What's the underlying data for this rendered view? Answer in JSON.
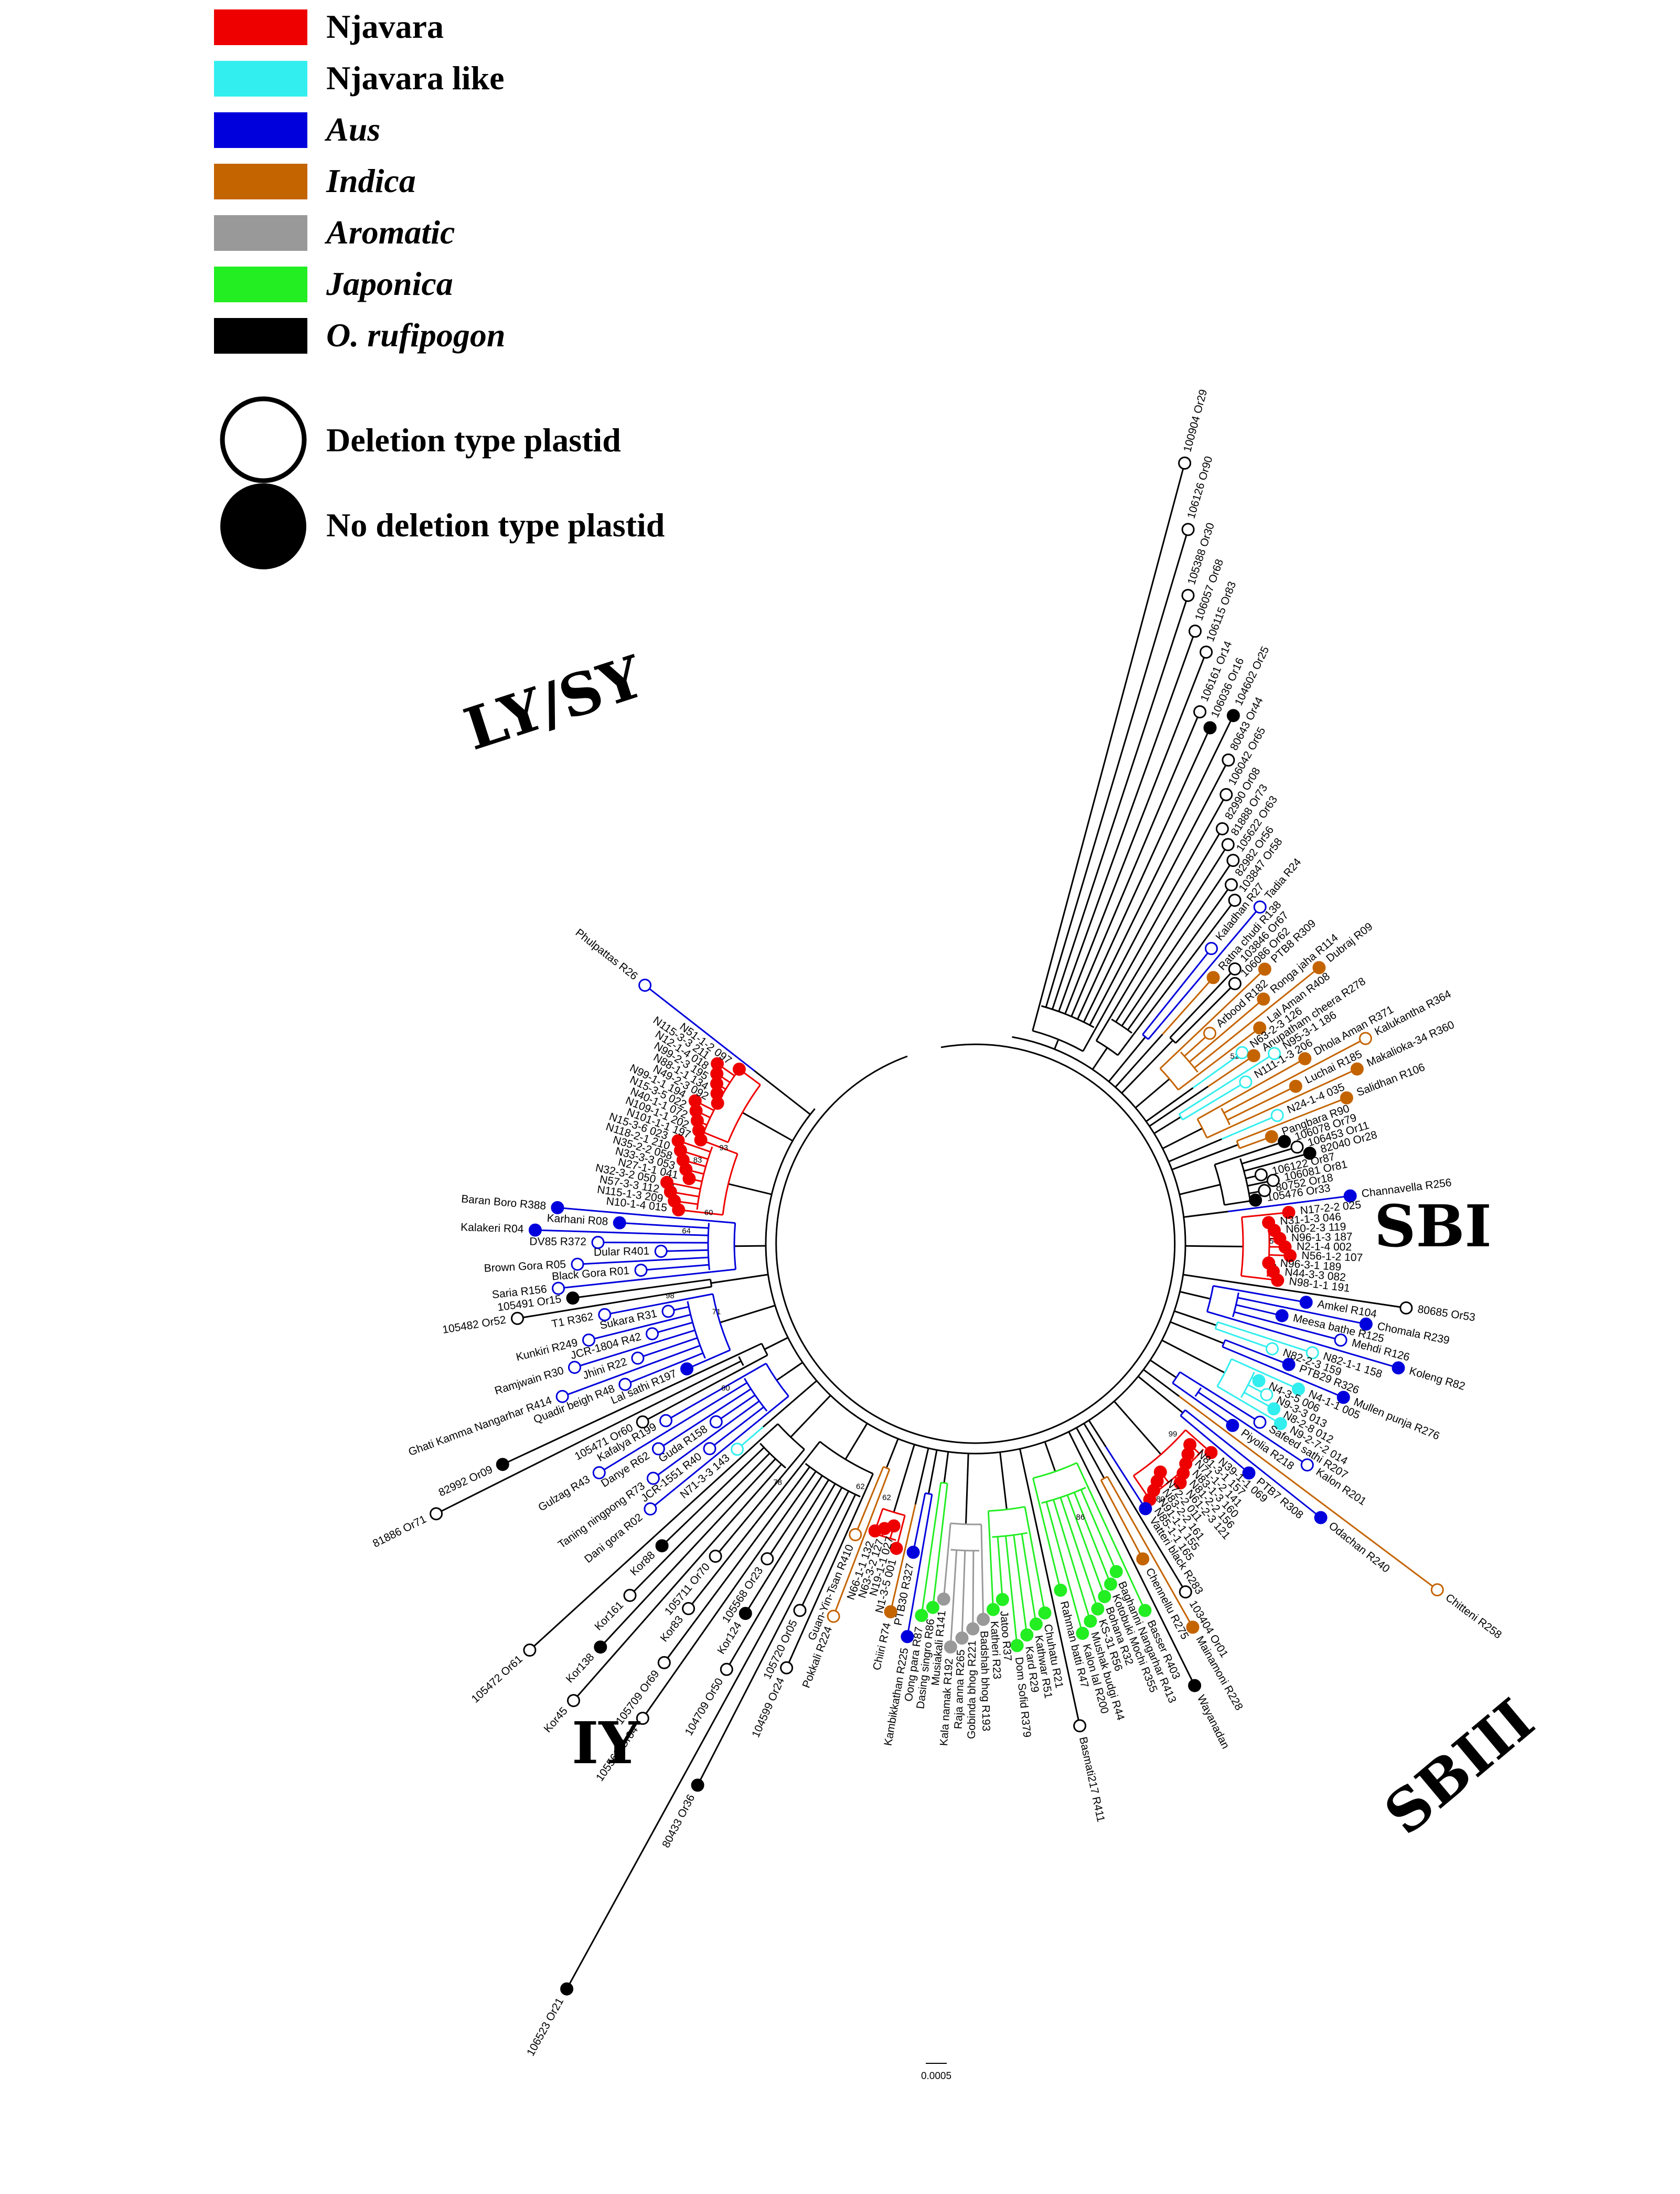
{
  "colors": {
    "Njavara": "#ee0000",
    "Njavara like": "#33eeee",
    "Aus": "#0000dd",
    "Indica": "#c46400",
    "Aromatic": "#999999",
    "Japonica": "#22ee22",
    "O. rufipogon": "#000000",
    "branch": "#000000"
  },
  "legend": {
    "groups": [
      {
        "label": "Njavara",
        "key": "Njavara",
        "italic": false
      },
      {
        "label": "Njavara like",
        "key": "Njavara like",
        "italic": false
      },
      {
        "label": "Aus",
        "key": "Aus",
        "italic": true
      },
      {
        "label": "Indica",
        "key": "Indica",
        "italic": true
      },
      {
        "label": "Aromatic",
        "key": "Aromatic",
        "italic": true
      },
      {
        "label": "Japonica",
        "key": "Japonica",
        "italic": true
      },
      {
        "label": "O. rufipogon",
        "key": "O. rufipogon",
        "italic": true
      }
    ],
    "open_label": "Deletion type plastid",
    "filled_label": "No deletion type plastid"
  },
  "clades": [
    "LY/SY",
    "SBI",
    "SBIII",
    "IY"
  ],
  "scale_bar": "0.0005",
  "bootstrap": [
    "93",
    "83",
    "51",
    "62",
    "54",
    "63",
    "60",
    "64",
    "98",
    "71",
    "60",
    "78",
    "62",
    "86",
    "80",
    "99",
    "54"
  ],
  "leaves": [
    [
      "100904 Or29",
      "O. rufipogon",
      0
    ],
    [
      "106126 Or90",
      "O. rufipogon",
      0
    ],
    [
      "105388 Or30",
      "O. rufipogon",
      0
    ],
    [
      "106057 Or68",
      "O. rufipogon",
      0
    ],
    [
      "106115 Or83",
      "O. rufipogon",
      0
    ],
    [
      "106161 Or14",
      "O. rufipogon",
      0
    ],
    [
      "106036 Or16",
      "O. rufipogon",
      1
    ],
    [
      "104602 Or25",
      "O. rufipogon",
      1
    ],
    [
      "80643 Or44",
      "O. rufipogon",
      0
    ],
    [
      "106042 Or65",
      "O. rufipogon",
      0
    ],
    [
      "82990 Or08",
      "O. rufipogon",
      0
    ],
    [
      "81888 Or73",
      "O. rufipogon",
      0
    ],
    [
      "105622 Or63",
      "O. rufipogon",
      0
    ],
    [
      "82982 Or56",
      "O. rufipogon",
      0
    ],
    [
      "103847 Or58",
      "O. rufipogon",
      0
    ],
    [
      "Kaladhan R27",
      "Aus",
      0
    ],
    [
      "Tadia R24",
      "Aus",
      0
    ],
    [
      "Ratna chudi R138",
      "Indica",
      1
    ],
    [
      "103846 Or67",
      "O. rufipogon",
      0
    ],
    [
      "106086 Or62",
      "O. rufipogon",
      0
    ],
    [
      "PTB8 R309",
      "Indica",
      1
    ],
    [
      "Arbood R182",
      "Indica",
      0
    ],
    [
      "Ronga jaha R114",
      "Indica",
      1
    ],
    [
      "Dubraj R09",
      "Indica",
      1
    ],
    [
      "Lal Aman R408",
      "Indica",
      1
    ],
    [
      "N63-2-3 126",
      "Njavara like",
      0
    ],
    [
      "Anupatham cheera R278",
      "Indica",
      1
    ],
    [
      "N95-3-1 186",
      "Njavara like",
      0
    ],
    [
      "N111-1-3 206",
      "Njavara like",
      0
    ],
    [
      "Dhola Aman R371",
      "Indica",
      1
    ],
    [
      "Kalukantha R364",
      "Indica",
      0
    ],
    [
      "Luchai R185",
      "Indica",
      1
    ],
    [
      "Makalioka-34 R360",
      "Indica",
      1
    ],
    [
      "N24-1-4 035",
      "Njavara like",
      0
    ],
    [
      "Salidhan R106",
      "Indica",
      1
    ],
    [
      "Pangbara R90",
      "Indica",
      1
    ],
    [
      "106078 Or79",
      "O. rufipogon",
      1
    ],
    [
      "106453 Or11",
      "O. rufipogon",
      0
    ],
    [
      "82040 Or28",
      "O. rufipogon",
      1
    ],
    [
      "106122 Or87",
      "O. rufipogon",
      0
    ],
    [
      "106081 Or81",
      "O. rufipogon",
      0
    ],
    [
      "80752 Or18",
      "O. rufipogon",
      0
    ],
    [
      "105476 Or33",
      "O. rufipogon",
      1
    ],
    [
      "Channavella R256",
      "Aus",
      1
    ],
    [
      "N17-2-2 025",
      "Njavara",
      1
    ],
    [
      "N31-1-3 046",
      "Njavara",
      1
    ],
    [
      "N60-2-3 119",
      "Njavara",
      1
    ],
    [
      "N96-1-3 187",
      "Njavara",
      1
    ],
    [
      "N2-1-4 002",
      "Njavara",
      1
    ],
    [
      "N56-1-2 107",
      "Njavara",
      1
    ],
    [
      "N96-3-1 189",
      "Njavara",
      1
    ],
    [
      "N44-3-3 082",
      "Njavara",
      1
    ],
    [
      "N98-1-1 191",
      "Njavara",
      1
    ],
    [
      "80685 Or53",
      "O. rufipogon",
      0
    ],
    [
      "Amkel R104",
      "Aus",
      1
    ],
    [
      "Chomala R239",
      "Aus",
      1
    ],
    [
      "Meesa bathe R125",
      "Aus",
      1
    ],
    [
      "Mehdi R126",
      "Aus",
      0
    ],
    [
      "Koleng R82",
      "Aus",
      1
    ],
    [
      "N82-1-1 158",
      "Njavara like",
      0
    ],
    [
      "N82-2-3 159",
      "Njavara like",
      0
    ],
    [
      "PTB29 R326",
      "Aus",
      1
    ],
    [
      "Mullen punja R276",
      "Aus",
      1
    ],
    [
      "N4-1-1 005",
      "Njavara like",
      1
    ],
    [
      "N4-3-5 006",
      "Njavara like",
      1
    ],
    [
      "N9-3-3 013",
      "Njavara like",
      0
    ],
    [
      "N8-2-8 012",
      "Njavara like",
      1
    ],
    [
      "N9-2-7-2 014",
      "Njavara like",
      1
    ],
    [
      "Safeed sathi R207",
      "Aus",
      0
    ],
    [
      "Kalon R201",
      "Aus",
      0
    ],
    [
      "Piyolia R218",
      "Aus",
      1
    ],
    [
      "Chitteni R258",
      "Indica",
      0
    ],
    [
      "Odachan R240",
      "Aus",
      1
    ],
    [
      "PTB7 R308",
      "Aus",
      1
    ],
    [
      "N39-1-1 069",
      "Njavara",
      1
    ],
    [
      "N81-3-1 157",
      "Njavara",
      1
    ],
    [
      "N71-1-2 141",
      "Njavara",
      1
    ],
    [
      "N83-1-3 160",
      "Njavara",
      1
    ],
    [
      "N81-2-2 156",
      "Njavara",
      1
    ],
    [
      "N61-2-3 121",
      "Njavara",
      1
    ],
    [
      "N72-2 011",
      "Njavara",
      1
    ],
    [
      "N83-2-2 161",
      "Njavara",
      1
    ],
    [
      "N91-1-1 155",
      "Njavara",
      1
    ],
    [
      "N85-1-1 165",
      "Njavara",
      1
    ],
    [
      "Vatteri black R283",
      "Aus",
      1
    ],
    [
      "103404 Or01",
      "O. rufipogon",
      0
    ],
    [
      "Mainamoni R228",
      "Indica",
      1
    ],
    [
      "Chennellu R275",
      "Indica",
      1
    ],
    [
      "Wayanadan",
      "O. rufipogon",
      1
    ],
    [
      "Basser R403",
      "Japonica",
      1
    ],
    [
      "Baghanni Nangarhar R413",
      "Japonica",
      1
    ],
    [
      "Kotobuki Mochi R355",
      "Japonica",
      1
    ],
    [
      "Bohana R32",
      "Japonica",
      1
    ],
    [
      "KS-31 R56",
      "Japonica",
      1
    ],
    [
      "Mushak budgi R44",
      "Japonica",
      1
    ],
    [
      "Kalon lal R200",
      "Japonica",
      1
    ],
    [
      "Rahman batti R47",
      "Japonica",
      1
    ],
    [
      "Basmati217 R411",
      "O. rufipogon",
      0
    ],
    [
      "Chuhatu R21",
      "Japonica",
      1
    ],
    [
      "Kathwar R51",
      "Japonica",
      1
    ],
    [
      "Kard R29",
      "Japonica",
      1
    ],
    [
      "Dom Sofid R379",
      "Japonica",
      1
    ],
    [
      "Jatoo R37",
      "Japonica",
      1
    ],
    [
      "Katheri R23",
      "Japonica",
      1
    ],
    [
      "Badshah bhog R193",
      "Aromatic",
      1
    ],
    [
      "Gobinda bhog R221",
      "Aromatic",
      1
    ],
    [
      "Raja anna R265",
      "Aromatic",
      1
    ],
    [
      "Kala namak R192",
      "Aromatic",
      1
    ],
    [
      "Musiakali R141",
      "Aromatic",
      1
    ],
    [
      "Dasing singro R86",
      "Japonica",
      1
    ],
    [
      "Oong para R87",
      "Japonica",
      1
    ],
    [
      "Kambikkathan R225",
      "Aus",
      1
    ],
    [
      "PTB30 R327",
      "Aus",
      1
    ],
    [
      "Chiiri R74",
      "Indica",
      1
    ],
    [
      "N1-3-5 001",
      "Njavara",
      1
    ],
    [
      "N19-1-1 027",
      "Njavara",
      1
    ],
    [
      "N63-3-2 127",
      "Njavara",
      1
    ],
    [
      "N66-1-1 132",
      "Njavara",
      1
    ],
    [
      "Pokkali R224",
      "Indica",
      0
    ],
    [
      "Guan-Yin-Tsan R410",
      "Indica",
      0
    ],
    [
      "104599 Or24",
      "O. rufipogon",
      0
    ],
    [
      "105720 Or05",
      "O. rufipogon",
      0
    ],
    [
      "80433 Or36",
      "O. rufipogon",
      1
    ],
    [
      "106523 Or21",
      "O. rufipogon",
      1
    ],
    [
      "104709 Or50",
      "O. rufipogon",
      0
    ],
    [
      "Kor124",
      "O. rufipogon",
      1
    ],
    [
      "105568 Or23",
      "O. rufipogon",
      0
    ],
    [
      "105569 Or04",
      "O. rufipogon",
      0
    ],
    [
      "105709 Or69",
      "O. rufipogon",
      0
    ],
    [
      "Kor83",
      "O. rufipogon",
      0
    ],
    [
      "105711 Or70",
      "O. rufipogon",
      0
    ],
    [
      "Kor45",
      "O. rufipogon",
      0
    ],
    [
      "Kor138",
      "O. rufipogon",
      1
    ],
    [
      "Kor161",
      "O. rufipogon",
      0
    ],
    [
      "Kor88",
      "O. rufipogon",
      1
    ],
    [
      "105472 Or61",
      "O. rufipogon",
      0
    ],
    [
      "N71-3-3 143",
      "Njavara like",
      0
    ],
    [
      "Dani gora R02",
      "Aus",
      0
    ],
    [
      "JCR-1551 R40",
      "Aus",
      0
    ],
    [
      "Taning ningpong R73",
      "Aus",
      0
    ],
    [
      "Guda R158",
      "Aus",
      0
    ],
    [
      "Danye R62",
      "Aus",
      0
    ],
    [
      "Gulzag R43",
      "Aus",
      0
    ],
    [
      "Kafalya R199",
      "Aus",
      0
    ],
    [
      "105471 Or60",
      "O. rufipogon",
      0
    ],
    [
      "81886 Or71",
      "O. rufipogon",
      0
    ],
    [
      "82992 Or09",
      "O. rufipogon",
      1
    ],
    [
      "Lal sathi R197",
      "Aus",
      1
    ],
    [
      "Quadir beigh R48",
      "Aus",
      0
    ],
    [
      "Ghati Kamma Nangarhar R414",
      "Aus",
      0
    ],
    [
      "Jhini R22",
      "Aus",
      0
    ],
    [
      "Ramjwain R30",
      "Aus",
      0
    ],
    [
      "JCR-1804 R42",
      "Aus",
      0
    ],
    [
      "Kunkiri R249",
      "Aus",
      0
    ],
    [
      "Sukara R31",
      "Aus",
      0
    ],
    [
      "T1 R362",
      "Aus",
      0
    ],
    [
      "105482 Or52",
      "O. rufipogon",
      0
    ],
    [
      "105491 Or15",
      "O. rufipogon",
      1
    ],
    [
      "Saria R156",
      "Aus",
      0
    ],
    [
      "Black Gora R01",
      "Aus",
      0
    ],
    [
      "Brown Gora R05",
      "Aus",
      0
    ],
    [
      "Dular R401",
      "Aus",
      0
    ],
    [
      "DV85 R372",
      "Aus",
      0
    ],
    [
      "Kalakeri R04",
      "Aus",
      1
    ],
    [
      "Karhani R08",
      "Aus",
      1
    ],
    [
      "Baran Boro R388",
      "Aus",
      1
    ],
    [
      "N10-1-4 015",
      "Njavara",
      1
    ],
    [
      "N115-1-3 209",
      "Njavara",
      1
    ],
    [
      "N57-3-3 112",
      "Njavara",
      1
    ],
    [
      "N32-3-2 050",
      "Njavara",
      1
    ],
    [
      "N27-1-1 041",
      "Njavara",
      1
    ],
    [
      "N33-3-3 053",
      "Njavara",
      1
    ],
    [
      "N35-2-2 058",
      "Njavara",
      1
    ],
    [
      "N118-2-1 210",
      "Njavara",
      1
    ],
    [
      "N15-3-6 023",
      "Njavara",
      1
    ],
    [
      "N101-1-1 197",
      "Njavara",
      1
    ],
    [
      "N109-1-1 202",
      "Njavara",
      1
    ],
    [
      "N40-1-1 072",
      "Njavara",
      1
    ],
    [
      "N15-3-5 022",
      "Njavara",
      1
    ],
    [
      "N99-1-1 194",
      "Njavara",
      1
    ],
    [
      "N49-2-3 092",
      "Njavara",
      1
    ],
    [
      "N88-1-1 134",
      "Njavara",
      1
    ],
    [
      "N99-2-3 195",
      "Njavara",
      1
    ],
    [
      "N12-1-4 018",
      "Njavara",
      1
    ],
    [
      "N115-3-3 211",
      "Njavara",
      1
    ],
    [
      "N51-1-2 097",
      "Njavara",
      1
    ],
    [
      "Phulpattas R26",
      "Aus",
      0
    ]
  ]
}
